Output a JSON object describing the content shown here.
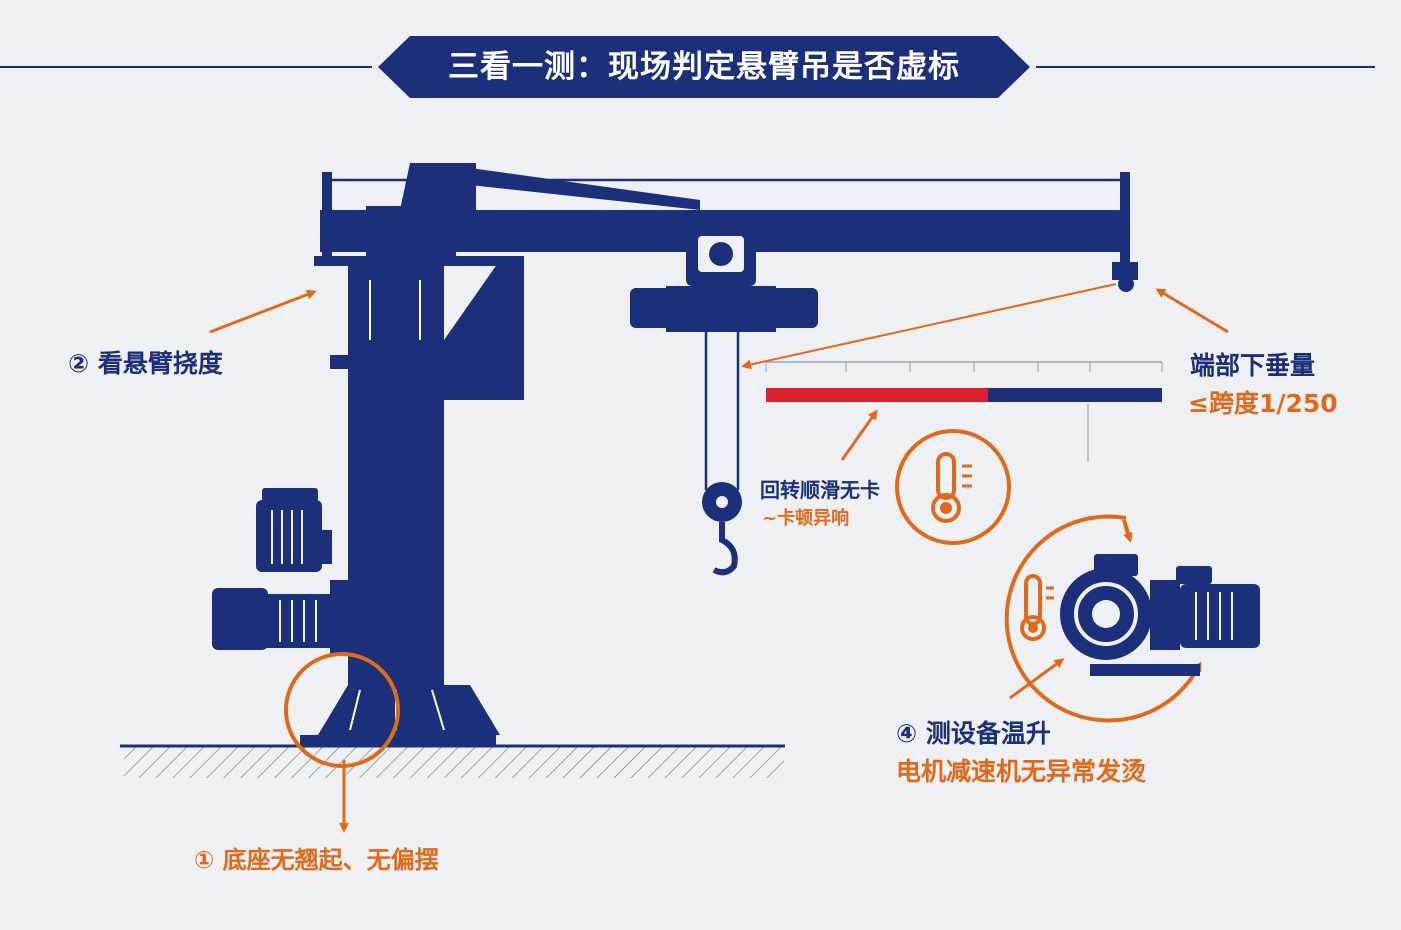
{
  "title": "三看一测：现场判定悬臂吊是否虚标",
  "labels": {
    "deflection": "② 看悬臂挠度",
    "tip_sag_title": "端部下垂量",
    "tip_sag_value": "≤跨度1/250",
    "rotation_line1": "回转顺滑无卡",
    "rotation_line2": "~卡顿异响",
    "temp_title": "④ 测设备温升",
    "temp_desc": "电机减速机无异常发烫",
    "base": "① 底座无翘起、无偏摆"
  },
  "colors": {
    "navy": "#1b2f7a",
    "orange": "#e06a1b",
    "red": "#d8202f",
    "background": "#eef0f3"
  },
  "icons": [
    "thermometer-icon",
    "hook-icon",
    "motor-icon",
    "gear-reducer-icon"
  ]
}
